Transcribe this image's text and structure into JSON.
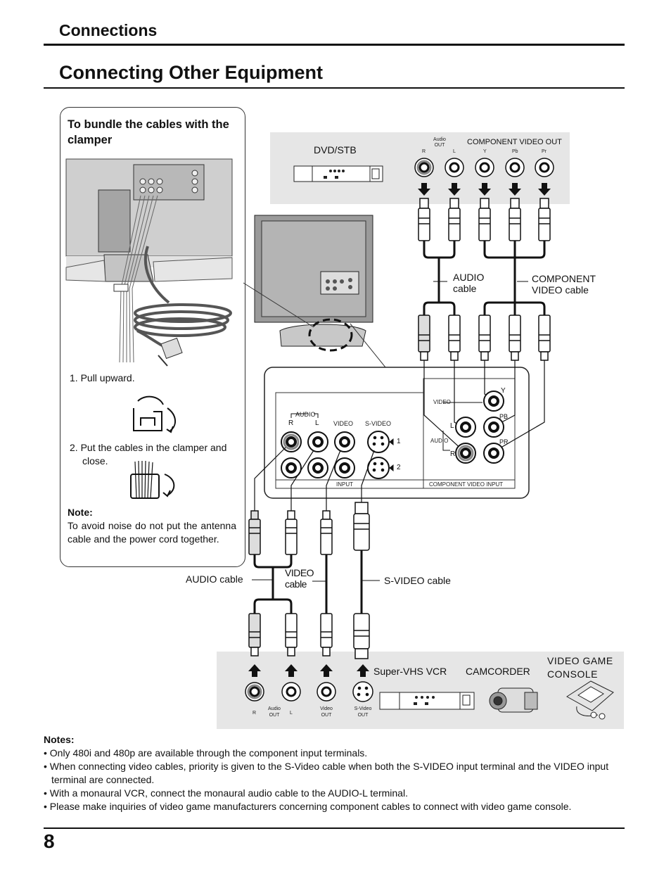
{
  "header": {
    "section": "Connections",
    "title": "Connecting Other Equipment"
  },
  "bundle_panel": {
    "title": "To bundle the cables with the clamper",
    "step1": "1. Pull upward.",
    "step2": "2. Put the cables  in the clamper and close.",
    "note_heading": "Note:",
    "note_text": "To avoid noise do not put the antenna cable and the power cord together."
  },
  "dvd": {
    "label": "DVD/STB",
    "audio_out": "Audio OUT",
    "component_out": "COMPONENT VIDEO OUT",
    "jacks": [
      "R",
      "L",
      "Y",
      "Pb",
      "Pr"
    ]
  },
  "cables_top": {
    "audio": "AUDIO cable",
    "component": "COMPONENT VIDEO cable"
  },
  "tv_panel": {
    "audio": "AUDIO",
    "r": "R",
    "l": "L",
    "video": "VIDEO",
    "svideo": "S-VIDEO",
    "input": "INPUT",
    "n1": "1",
    "n2": "2",
    "comp_video": "VIDEO",
    "comp_audio": "AUDIO",
    "comp_l": "L",
    "comp_r": "R",
    "y": "Y",
    "pb": "PB",
    "pr": "PR",
    "comp_input": "COMPONENT  VIDEO  INPUT"
  },
  "cables_bottom": {
    "audio": "AUDIO cable",
    "video": "VIDEO cable",
    "svideo": "S-VIDEO cable"
  },
  "devices": {
    "svhs": "Super-VHS VCR",
    "camcorder": "CAMCORDER",
    "console": "VIDEO GAME CONSOLE",
    "jack_r": "R",
    "jack_audio_out": "Audio OUT",
    "jack_l": "L",
    "jack_video_out": "Video OUT",
    "jack_svideo_out": "S-Video OUT"
  },
  "notes": {
    "heading": "Notes:",
    "items": [
      "• Only 480i and 480p are available through the component input terminals.",
      "• When connecting video cables, priority is given to the S-Video cable when both the S-VIDEO input terminal and the VIDEO input terminal are connected.",
      "• With a monaural VCR, connect the monaural audio cable to the AUDIO-L terminal.",
      "• Please make inquiries of video game manufacturers concerning component cables to connect with video game console."
    ]
  },
  "page_number": "8"
}
